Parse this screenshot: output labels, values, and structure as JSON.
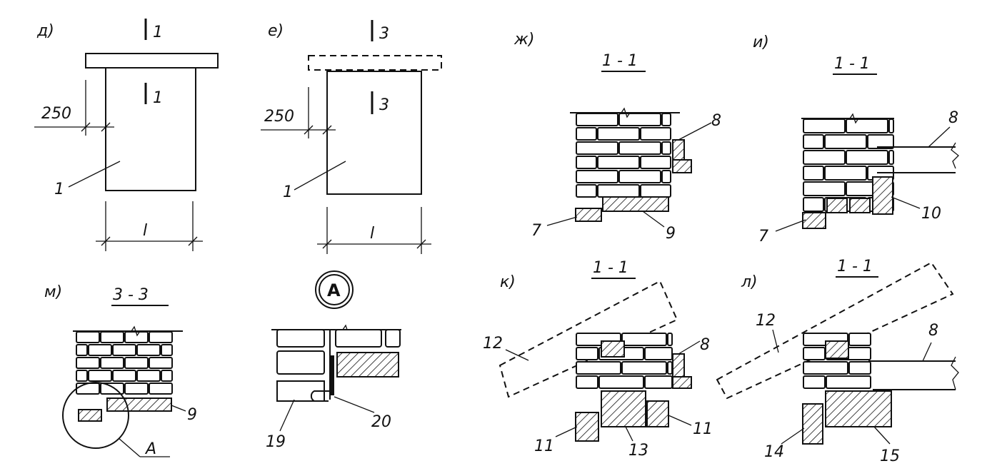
{
  "panels": {
    "d": {
      "letter": "д)",
      "cut": "1",
      "label": "1",
      "dim": "250",
      "span": "l"
    },
    "e": {
      "letter": "е)",
      "cut": "3",
      "label": "1",
      "dim": "250",
      "span": "l"
    },
    "zh": {
      "letter": "ж)",
      "section": "1 - 1",
      "labels": [
        "8",
        "7",
        "9"
      ]
    },
    "i": {
      "letter": "и)",
      "section": "1 - 1",
      "labels": [
        "8",
        "7",
        "10"
      ]
    },
    "m": {
      "letter": "м)",
      "section": "3 - 3",
      "labels": [
        "9",
        "A"
      ]
    },
    "a_detail": {
      "marker": "A",
      "labels": [
        "19",
        "20"
      ]
    },
    "k": {
      "letter": "к)",
      "section": "1 - 1",
      "labels": [
        "12",
        "8",
        "11",
        "13",
        "11"
      ]
    },
    "l": {
      "letter": "л)",
      "section": "1 - 1",
      "labels": [
        "12",
        "8",
        "14",
        "15"
      ]
    }
  }
}
